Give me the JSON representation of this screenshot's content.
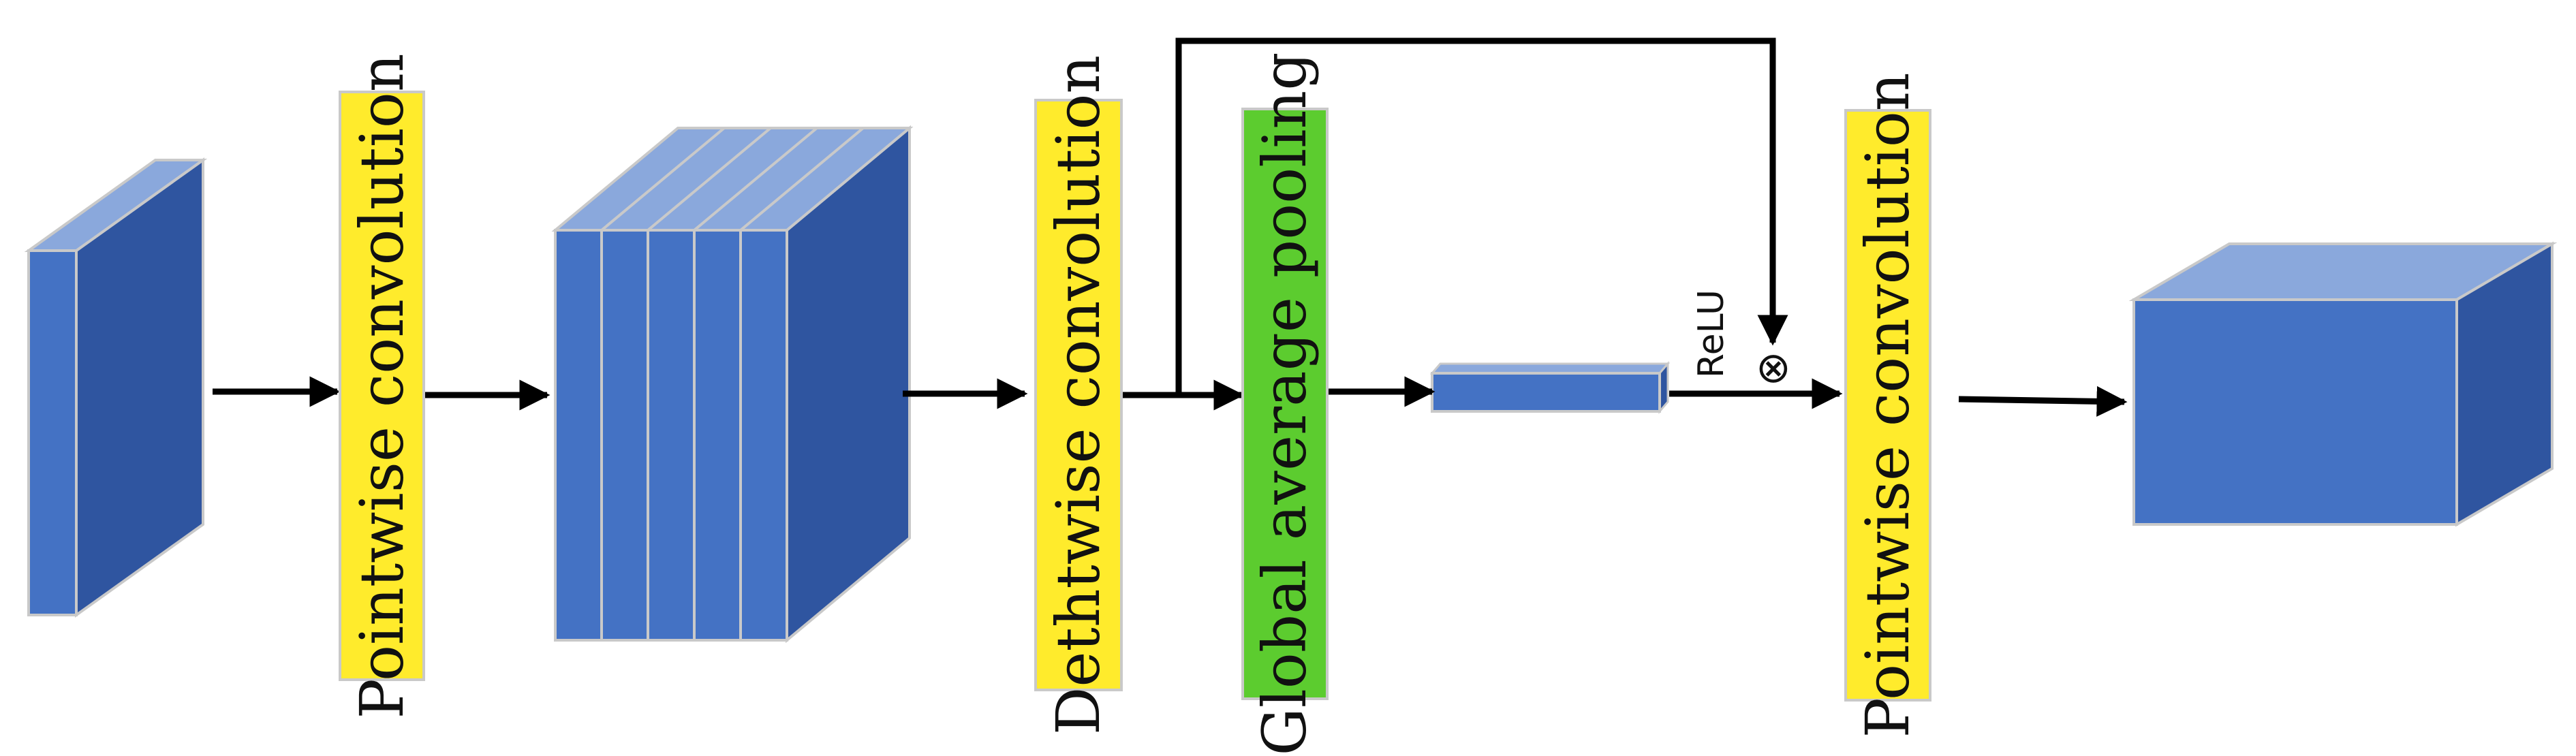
{
  "diagram": {
    "colors": {
      "cube_front": "#4472c4",
      "cube_side": "#2f55a0",
      "cube_top": "#8aa8dc",
      "yellow_box": "#ffeb2c",
      "green_box": "#5ccc2f",
      "arrow": "#000000"
    },
    "blocks": {
      "pointwise1": "Pointwise convolution",
      "depthwise": "Dethtwise convolution",
      "gap": "Global average pooling",
      "pointwise2": "Pointwise convolution"
    },
    "activation_label": "ReLU",
    "multiply_symbol": "⊗"
  }
}
